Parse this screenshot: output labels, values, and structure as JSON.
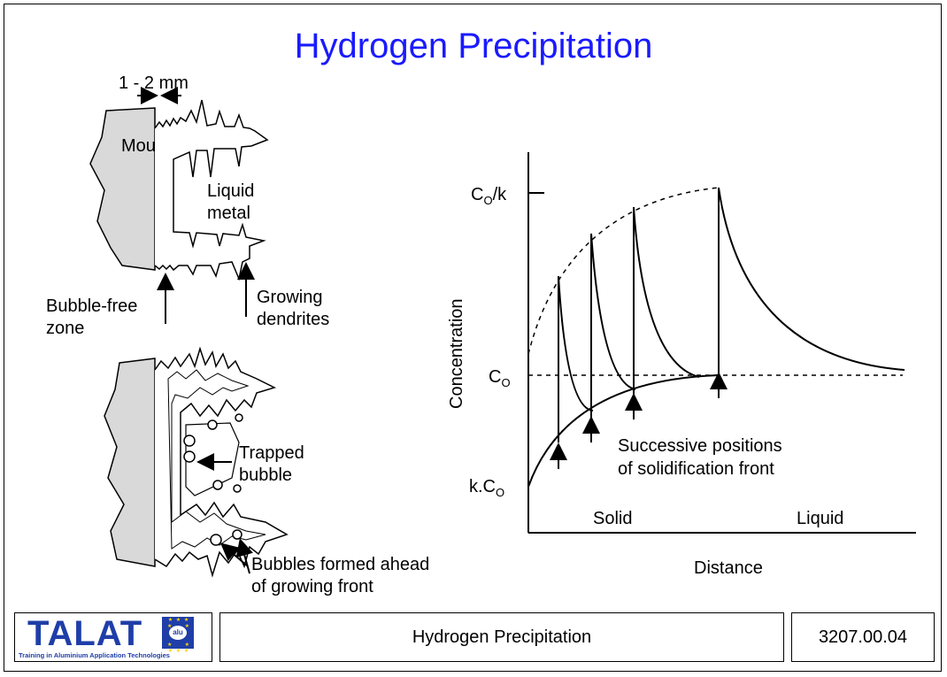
{
  "title": "Hydrogen Precipitation",
  "left_diagram": {
    "dimension_label": "1 - 2 mm",
    "mould_label": "Mould",
    "liquid_label_1": "Liquid",
    "liquid_label_2": "metal",
    "bubble_free_1": "Bubble-free",
    "bubble_free_2": "zone",
    "growing_1": "Growing",
    "growing_2": "dendrites",
    "trapped_1": "Trapped",
    "trapped_2": "bubble",
    "formed_1": "Bubbles formed ahead",
    "formed_2": "of growing front"
  },
  "graph": {
    "ylabel": "Concentration",
    "xlabel": "Distance",
    "y_tick_top": "C",
    "y_tick_top_sub": "O",
    "y_tick_top_suffix": "/k",
    "y_tick_mid": "C",
    "y_tick_mid_sub": "O",
    "y_tick_low_prefix": "k.C",
    "y_tick_low_sub": "O",
    "annotation_1": "Successive positions",
    "annotation_2": "of solidification front",
    "solid_label": "Solid",
    "liquid_label": "Liquid"
  },
  "footer": {
    "logo_text": "TALAT",
    "logo_flag_text": "alu",
    "logo_subtitle": "Training in Aluminium Application Technologies",
    "center_text": "Hydrogen Precipitation",
    "code": "3207.00.04"
  },
  "colors": {
    "title": "#1a1aff",
    "logo": "#1f3ea8",
    "mould_fill": "#d9d9d9"
  }
}
